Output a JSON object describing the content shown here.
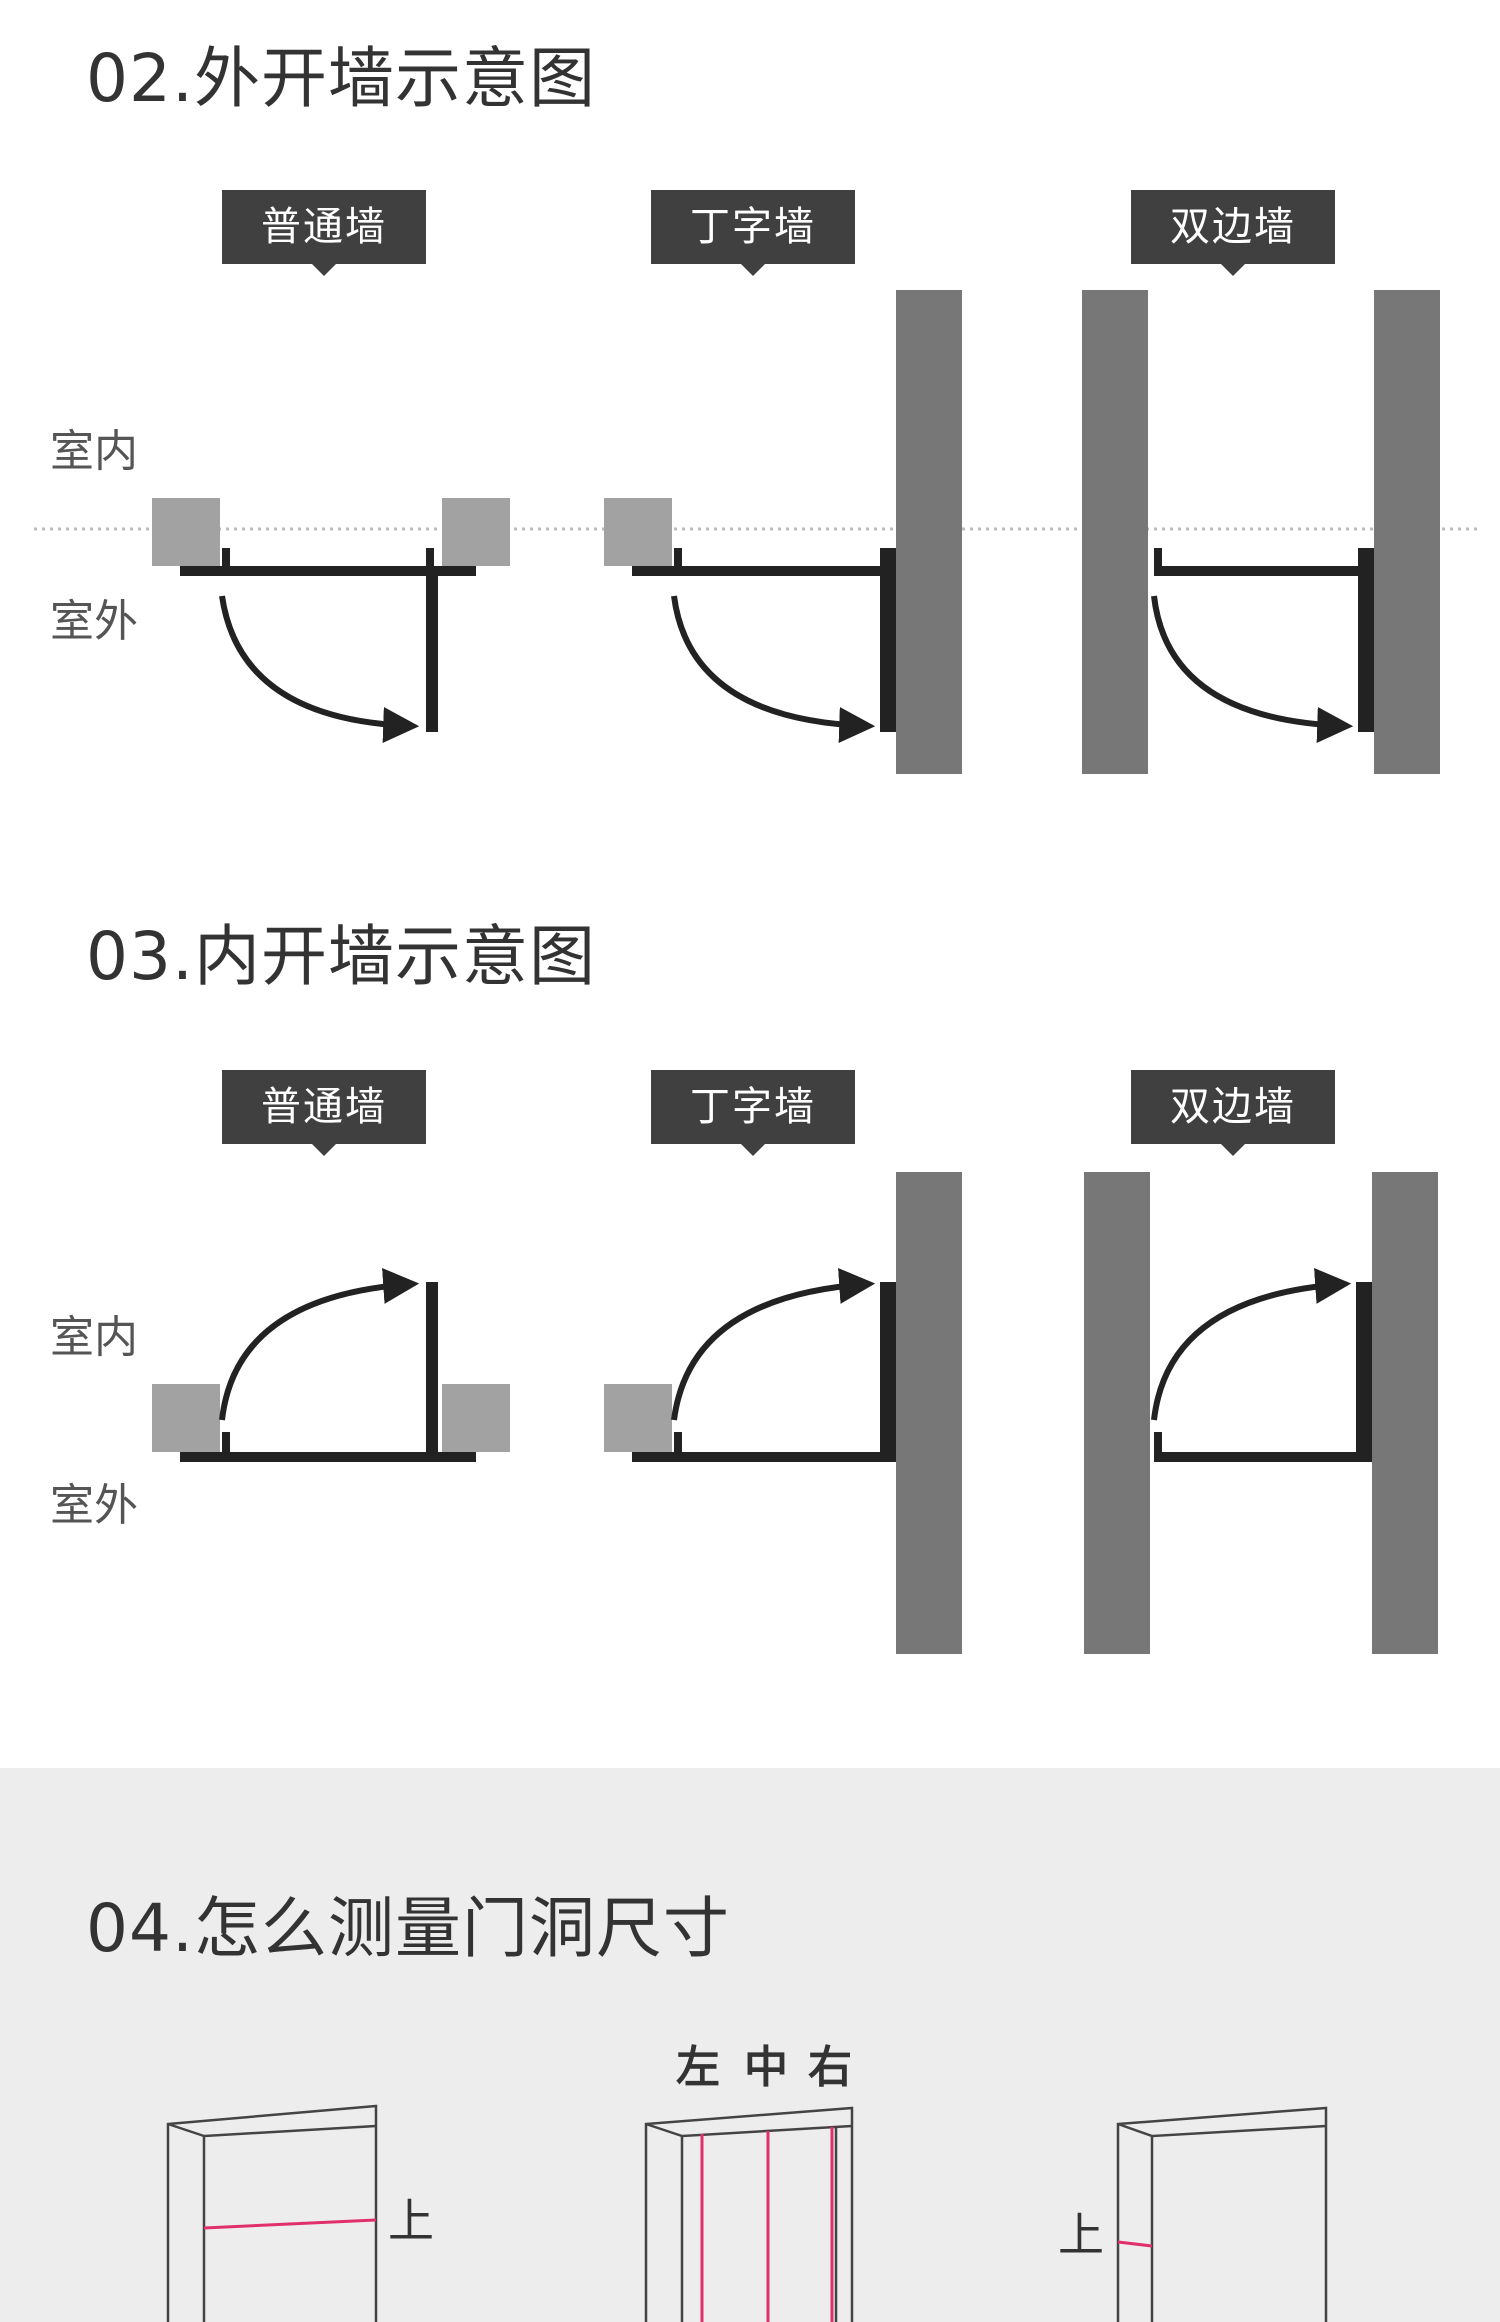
{
  "section2": {
    "title": "02.外开墙示意图",
    "tags": [
      "普通墙",
      "丁字墙",
      "双边墙"
    ],
    "indoor_label": "室内",
    "outdoor_label": "室外"
  },
  "section3": {
    "title": "03.内开墙示意图",
    "tags": [
      "普通墙",
      "丁字墙",
      "双边墙"
    ],
    "indoor_label": "室内",
    "outdoor_label": "室外"
  },
  "section4": {
    "title": "04.怎么测量门洞尺寸",
    "lcr_labels": [
      "左",
      "中",
      "右"
    ],
    "top_label_1": "上",
    "top_label_3": "上"
  },
  "colors": {
    "wall": "#777777",
    "block": "#a2a2a2",
    "frame": "#222222",
    "tag_bg": "#404040",
    "measure_line": "#e0306a",
    "band": "#ededed"
  }
}
